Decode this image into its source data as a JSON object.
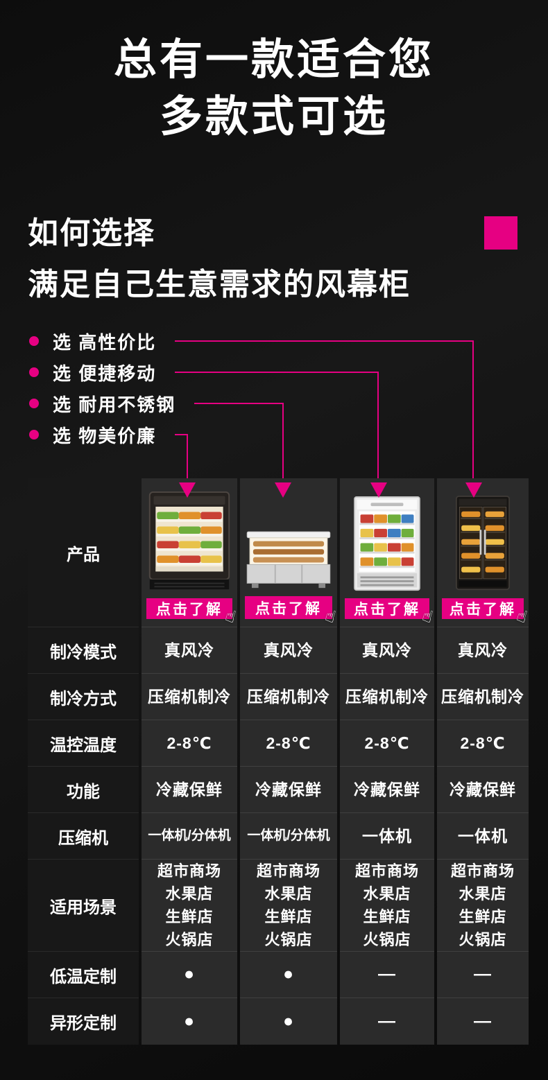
{
  "colors": {
    "accent": "#e60082",
    "column_bg": "#2b2b2b",
    "label_bg": "#181818"
  },
  "hero": {
    "line1": "总有一款适合您",
    "line2": "多款式可选"
  },
  "intro": {
    "line1": "如何选择",
    "line2": "满足自己生意需求的风幕柜"
  },
  "selling_points": [
    {
      "label": "选 高性价比"
    },
    {
      "label": "选 便捷移动"
    },
    {
      "label": "选 耐用不锈钢"
    },
    {
      "label": "选 物美价廉"
    }
  ],
  "products": {
    "row_label": "产品",
    "cta_label": "点击了解",
    "click_icon": "☝"
  },
  "table": {
    "rows": [
      {
        "label": "制冷模式",
        "values": [
          "真风冷",
          "真风冷",
          "真风冷",
          "真风冷"
        ]
      },
      {
        "label": "制冷方式",
        "values": [
          "压缩机制冷",
          "压缩机制冷",
          "压缩机制冷",
          "压缩机制冷"
        ]
      },
      {
        "label": "温控温度",
        "values": [
          "2-8℃",
          "2-8℃",
          "2-8℃",
          "2-8℃"
        ]
      },
      {
        "label": "功能",
        "values": [
          "冷藏保鲜",
          "冷藏保鲜",
          "冷藏保鲜",
          "冷藏保鲜"
        ]
      },
      {
        "label": "压缩机",
        "values": [
          "一体机/分体机",
          "一体机/分体机",
          "一体机",
          "一体机"
        ]
      },
      {
        "label": "适用场景",
        "values": [
          "超市商场\n水果店\n生鲜店\n火锅店",
          "超市商场\n水果店\n生鲜店\n火锅店",
          "超市商场\n水果店\n生鲜店\n火锅店",
          "超市商场\n水果店\n生鲜店\n火锅店"
        ]
      },
      {
        "label": "低温定制",
        "values": [
          "●",
          "●",
          "—",
          "—"
        ]
      },
      {
        "label": "异形定制",
        "values": [
          "●",
          "●",
          "—",
          "—"
        ]
      }
    ]
  }
}
